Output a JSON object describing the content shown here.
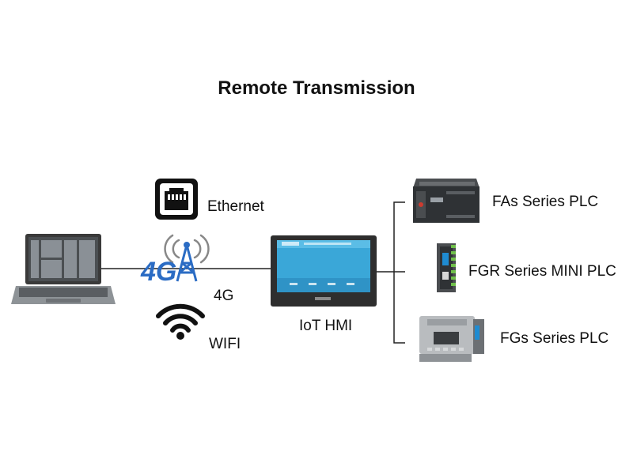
{
  "title": "Remote Transmission",
  "labels": {
    "ethernet": "Ethernet",
    "fourg": "4G",
    "fourg_logo": "4G",
    "wifi": "WIFI",
    "hmi": "IoT HMI",
    "plc_fas": "FAs Series PLC",
    "plc_fgr": "FGR Series MINI PLC",
    "plc_fgs": "FGs Series PLC"
  },
  "colors": {
    "accent_4g": "#2b6cc4",
    "line": "#222222",
    "device_dark": "#2a2a2a",
    "hmi_screen": "#3aa7d8"
  }
}
